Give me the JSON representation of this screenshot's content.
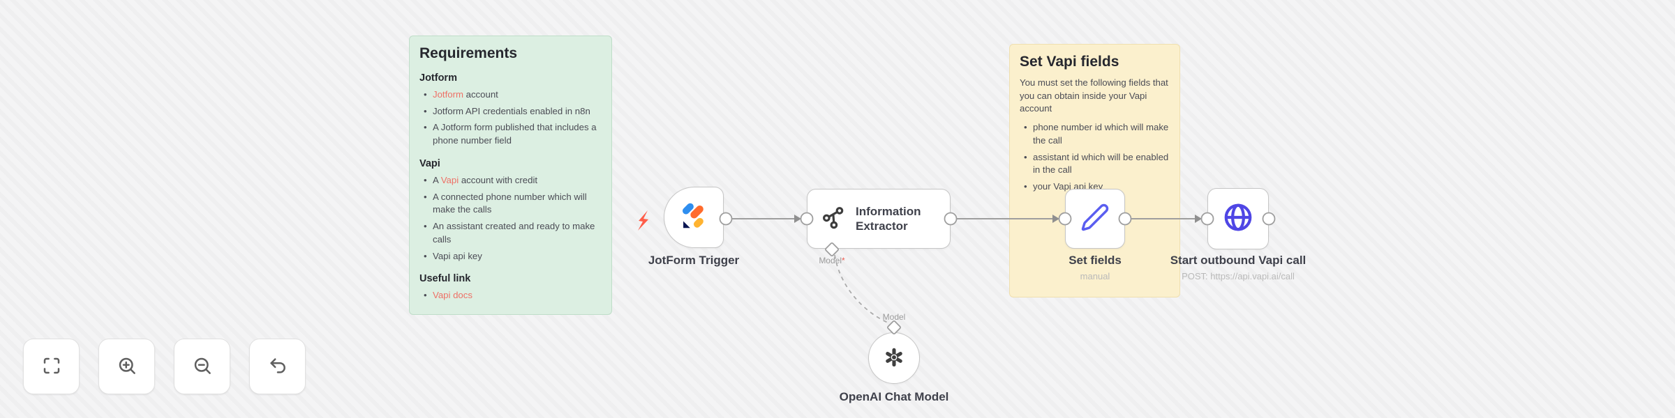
{
  "notes": {
    "requirements": {
      "title": "Requirements",
      "sections": [
        {
          "heading": "Jotform",
          "bullets": [
            {
              "pre": "",
              "link": "Jotform",
              "post": " account"
            },
            {
              "pre": "Jotform API credentials enabled in n8n",
              "link": "",
              "post": ""
            },
            {
              "pre": "A Jotform form published that includes a phone number field",
              "link": "",
              "post": ""
            }
          ]
        },
        {
          "heading": "Vapi",
          "bullets": [
            {
              "pre": "A ",
              "link": "Vapi",
              "post": " account with credit"
            },
            {
              "pre": "A connected phone number which will make the calls",
              "link": "",
              "post": ""
            },
            {
              "pre": "An assistant created and ready to make calls",
              "link": "",
              "post": ""
            },
            {
              "pre": "Vapi api key",
              "link": "",
              "post": ""
            }
          ]
        },
        {
          "heading": "Useful link",
          "bullets": [
            {
              "pre": "",
              "link": "Vapi docs",
              "post": ""
            }
          ]
        }
      ]
    },
    "set_vapi_fields": {
      "title": "Set Vapi fields",
      "body": "You must set the following fields that you can obtain inside your Vapi account",
      "bullets": [
        "phone number id which will make the call",
        "assistant id which will be enabled in the call",
        "your Vapi api key"
      ]
    }
  },
  "nodes": {
    "jotform_trigger": {
      "label": "JotForm Trigger"
    },
    "information_extractor": {
      "label": "Information Extractor",
      "model_port_label": "Model",
      "model_port_required_mark": "*"
    },
    "set_fields": {
      "label": "Set fields",
      "sublabel": "manual"
    },
    "start_outbound": {
      "label": "Start outbound Vapi call",
      "sublabel": "POST: https://api.vapi.ai/call"
    },
    "openai_chat_model": {
      "label": "OpenAI Chat Model",
      "model_port_label": "Model"
    }
  },
  "colors": {
    "sticky_green_bg": "#dcefe2",
    "sticky_yellow_bg": "#fbf0cd",
    "link_coral": "#ee7066",
    "node_border": "#c6c6c6",
    "connector_gray": "#9e9e9e",
    "icon_indigo": "#4f46e5",
    "trigger_bolt_red": "#ff5d49"
  }
}
